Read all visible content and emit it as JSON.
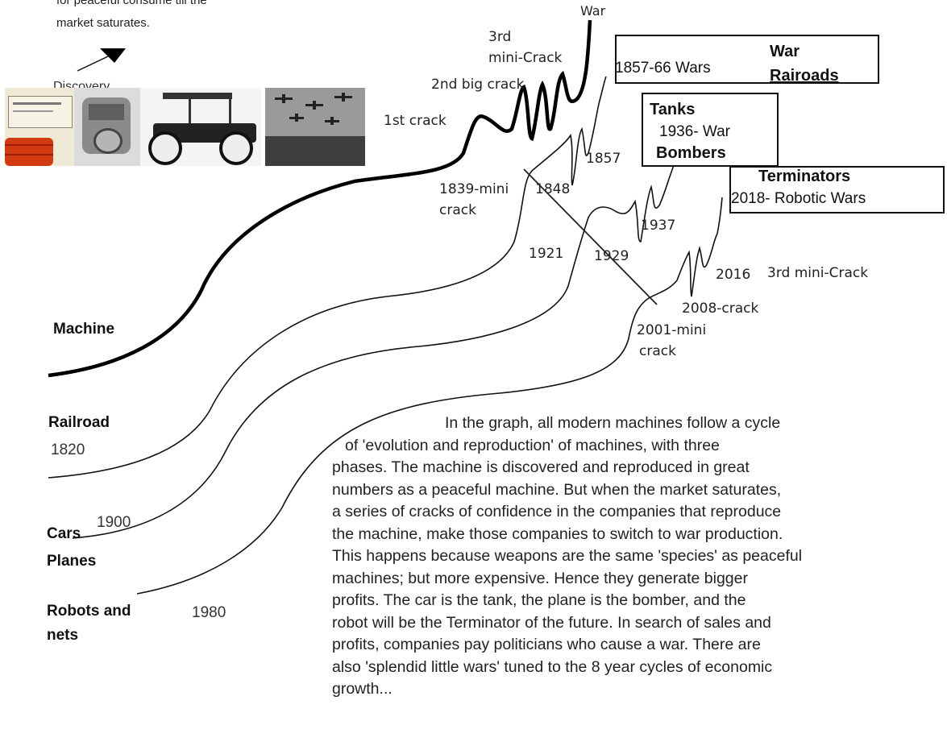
{
  "top_note": {
    "line1": "for peaceful consume till the",
    "line2": "market saturates."
  },
  "discovery_label": "Discovery",
  "series": {
    "machine": {
      "label": "Machine"
    },
    "railroad": {
      "label": "Railroad",
      "year": "1820"
    },
    "cars": {
      "label": "Cars",
      "year": "1900"
    },
    "planes": {
      "label": "Planes"
    },
    "robots": {
      "label_line1": "Robots and",
      "label_line2": "nets",
      "year": "1980"
    }
  },
  "annotations": {
    "war_top": "War",
    "third_mini_crack_l1": "3rd",
    "third_mini_crack_l2": "mini-Crack",
    "second_big_crack": "2nd big crack",
    "first_crack": "1st crack",
    "y1857": "1857",
    "y1839_l1": "1839-mini",
    "y1839_l2": "crack",
    "y1848": "1848",
    "y1937": "1937",
    "y1921": "1921",
    "y1929": "1929",
    "y2016": "2016",
    "third_mini_crack_right": "3rd mini-Crack",
    "y2008": "2008-crack",
    "y2001_l1": "2001-mini",
    "y2001_l2": "crack"
  },
  "boxes": {
    "wars_1857": {
      "years": "1857-66 Wars",
      "title1": "War",
      "title2": "Rairoads"
    },
    "tanks": {
      "title": "Tanks",
      "years": "1936- War",
      "subtitle": "Bombers"
    },
    "terminators": {
      "title": "Terminators",
      "years": "2018-  Robotic Wars"
    }
  },
  "paragraph": {
    "l1": "In the graph, all modern machines follow a cycle",
    "l2": "of 'evolution and reproduction' of machines, with three",
    "l3": "phases. The machine is discovered and reproduced in great",
    "l4": "numbers as a peaceful machine. But when the market saturates,",
    "l5": "a series of cracks of confidence in the companies that reproduce",
    "l6": "the machine, make those companies to switch to war production.",
    "l7": "This happens because weapons are the same 'species' as peaceful",
    "l8": "machines; but more expensive. Hence they generate bigger",
    "l9": "profits. The car is the tank, the plane is the bomber, and the",
    "l10": "robot will be the Terminator of the future. In search of sales and",
    "l11": "profits, companies pay politicians who cause a war. There are",
    "l12": "also 'splendid little wars' tuned to the 8 year cycles of economic",
    "l13": "growth..."
  },
  "photos": [
    "document-photo",
    "engine-photo",
    "car-photo",
    "bomber-planes-photo"
  ]
}
